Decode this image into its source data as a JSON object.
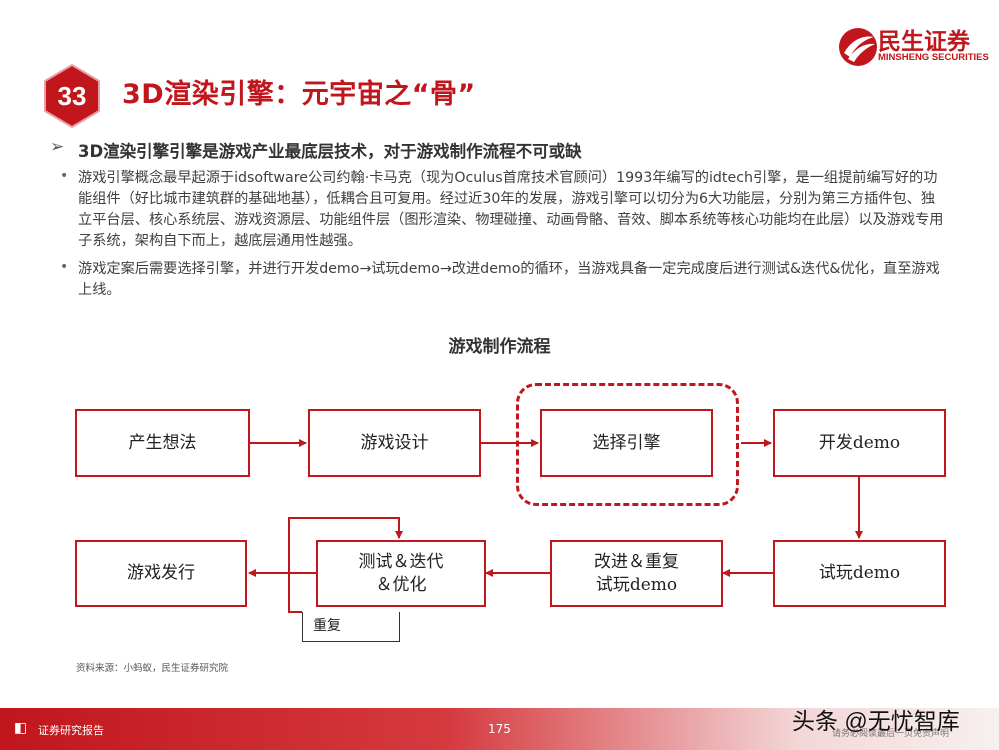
{
  "header": {
    "slide_number": "33",
    "title": "3D渲染引擎：元宇宙之“骨”",
    "logo_cn": "民生证券",
    "logo_en": "MINSHENG SECURITIES"
  },
  "headline": {
    "arrow": "➢",
    "text": "3D渲染引擎引擎是游戏产业最底层技术，对于游戏制作流程不可或缺"
  },
  "bullets": [
    {
      "dot": "•",
      "text": "游戏引擎概念最早起源于idsoftware公司约翰·卡马克（现为Oculus首席技术官顾问）1993年编写的idtech引擎，是一组提前编写好的功能组件（好比城市建筑群的基础地基），低耦合且可复用。经过近30年的发展，游戏引擎可以切分为6大功能层，分别为第三方插件包、独立平台层、核心系统层、游戏资源层、功能组件层（图形渲染、物理碰撞、动画骨骼、音效、脚本系统等核心功能均在此层）以及游戏专用子系统，架构自下而上，越底层通用性越强。"
    },
    {
      "dot": "•",
      "text": "游戏定案后需要选择引擎，并进行开发demo→试玩demo→改进demo的循环，当游戏具备一定完成度后进行测试&迭代&优化，直至游戏上线。"
    }
  ],
  "diagram": {
    "title": "游戏制作流程",
    "steps": {
      "idea": "产生想法",
      "design": "游戏设计",
      "engine": "选择引擎",
      "dev": "开发demo",
      "trial": "试玩demo",
      "improve_line1": "改进＆重复",
      "improve_line2": "试玩demo",
      "test_line1": "测试＆迭代",
      "test_line2": "＆优化",
      "release": "游戏发行"
    },
    "repeat_label": "重复",
    "accent_color": "#c0161c"
  },
  "source": "资料来源：小蚂蚁，民生证券研究院",
  "footer": {
    "icon": "◧",
    "label": "证券研究报告",
    "page_number": "175",
    "watermark": "头条 @无忧智库",
    "disclaimer": "请务必阅读最后一页免责声明"
  }
}
